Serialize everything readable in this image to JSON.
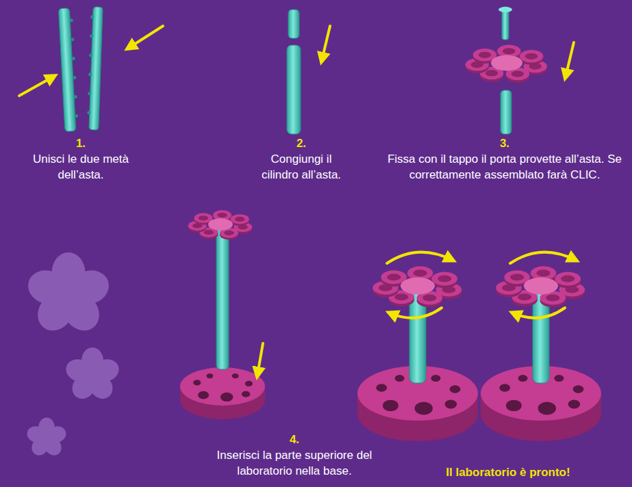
{
  "diagram": {
    "labels": [
      "1.",
      "Unisci le due metà dell’asta.",
      "2.",
      "Congiungi il cilindro all’asta.",
      "3.",
      "Fissa con il tappo il porta provette all’asta. Se correttamente assemblato farà CLIC.",
      "4.",
      "Inserisci la parte superiore del laboratorio nella base.",
      "Il laboratorio è pronto!"
    ]
  }
}
